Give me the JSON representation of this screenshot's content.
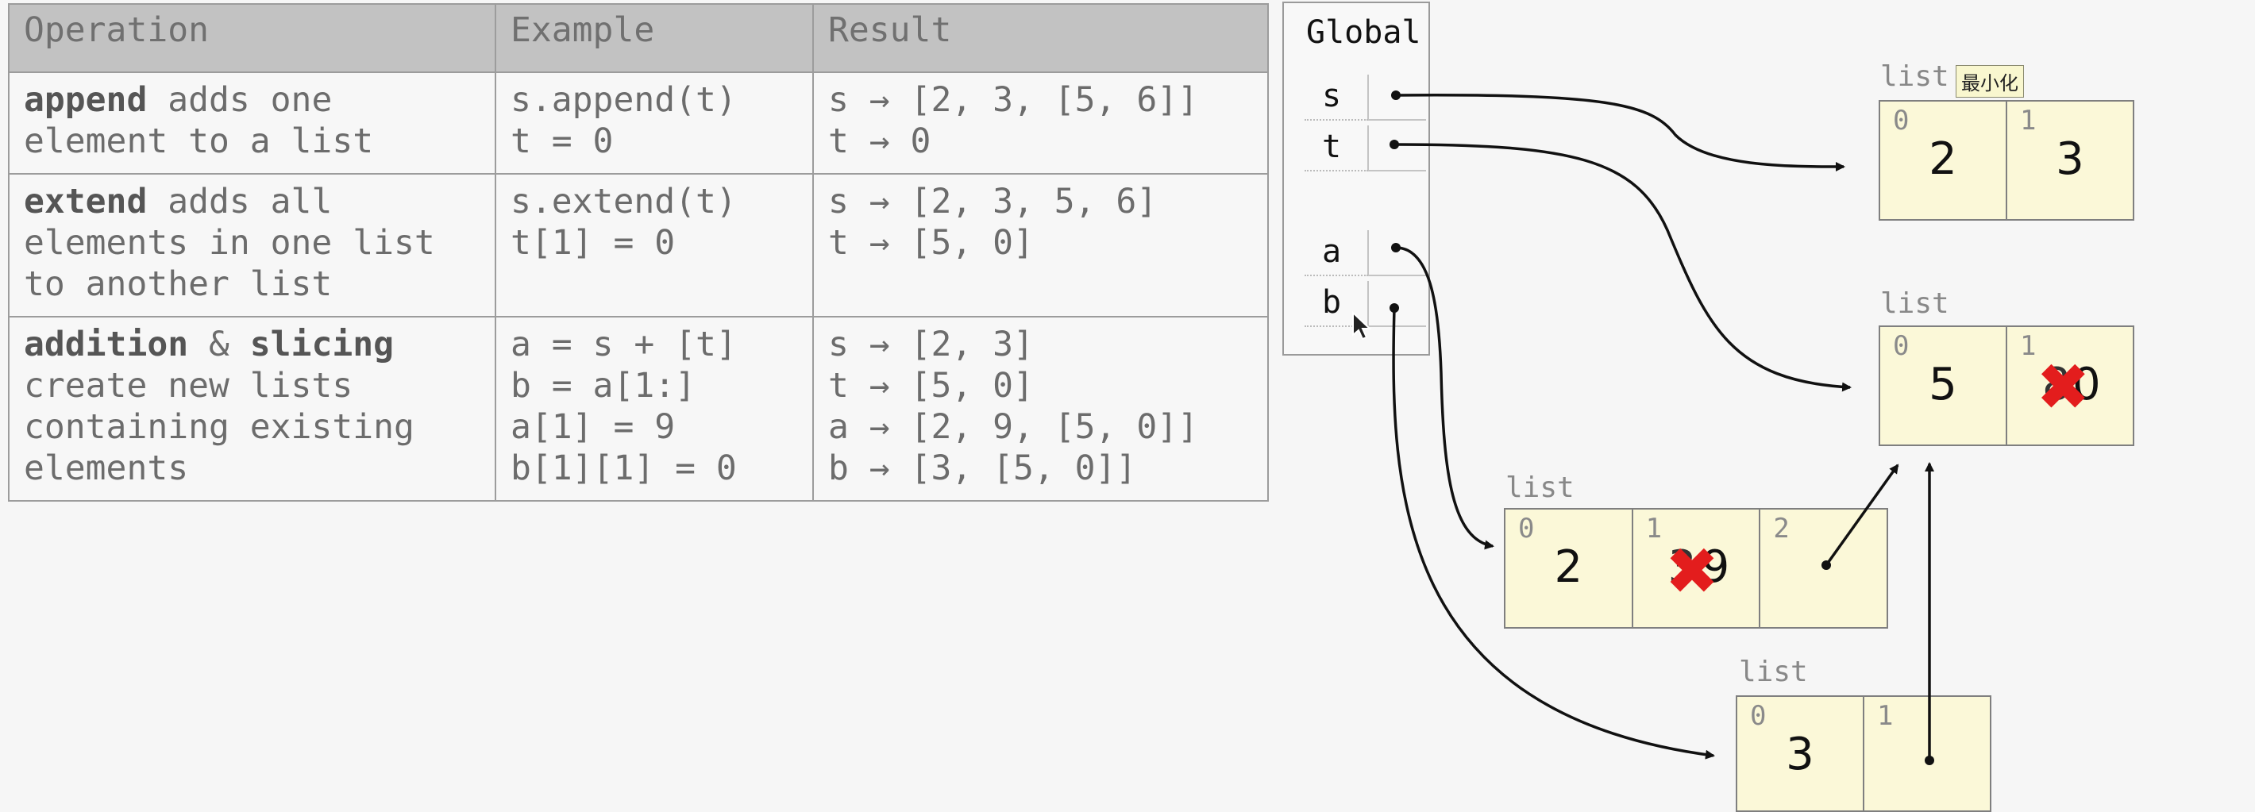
{
  "table": {
    "headers": [
      "Operation",
      "Example",
      "Result"
    ],
    "rows": [
      {
        "op_bold": "append",
        "op_rest": " adds one",
        "op_lines": [
          "element to a list"
        ],
        "example": [
          "s.append(t)",
          "t = 0"
        ],
        "result": [
          "s → [2, 3, [5, 6]]",
          "t → 0"
        ]
      },
      {
        "op_bold": "extend",
        "op_rest": " adds all",
        "op_lines": [
          "elements in one list",
          "to another list"
        ],
        "example": [
          "s.extend(t)",
          "t[1] = 0"
        ],
        "result": [
          "s → [2, 3, 5, 6]",
          "t → [5, 0]"
        ]
      },
      {
        "op_bold": "addition",
        "op_mid": " & ",
        "op_bold2": "slicing",
        "op_lines": [
          "create new lists",
          "containing existing",
          "elements"
        ],
        "example": [
          "a = s + [t]",
          "b = a[1:]",
          "a[1] = 9",
          "b[1][1] = 0"
        ],
        "result": [
          "s → [2, 3]",
          "t → [5, 0]",
          "a → [2, 9, [5, 0]]",
          "b → [3, [5, 0]]"
        ]
      }
    ]
  },
  "frame": {
    "title": "Global",
    "vars": [
      "s",
      "t",
      "a",
      "b"
    ]
  },
  "lists": {
    "label": "list",
    "s_list": {
      "indices": [
        "0",
        "1"
      ],
      "values": [
        "2",
        "3"
      ]
    },
    "t_list": {
      "indices": [
        "0",
        "1"
      ],
      "values": [
        "5",
        "0"
      ],
      "overwritten_value": "8"
    },
    "a_list": {
      "indices": [
        "0",
        "1",
        "2"
      ],
      "values": [
        "2",
        "9",
        ""
      ],
      "overwritten_value": "3"
    },
    "b_list": {
      "indices": [
        "0",
        "1"
      ],
      "values": [
        "3",
        ""
      ]
    }
  },
  "tooltip": "最小化",
  "colors": {
    "list_fill": "#fbf8d8",
    "cross": "#e31d1d",
    "header_bg": "#c2c2c2"
  },
  "icons": [
    "cross-icon",
    "cursor-icon"
  ]
}
